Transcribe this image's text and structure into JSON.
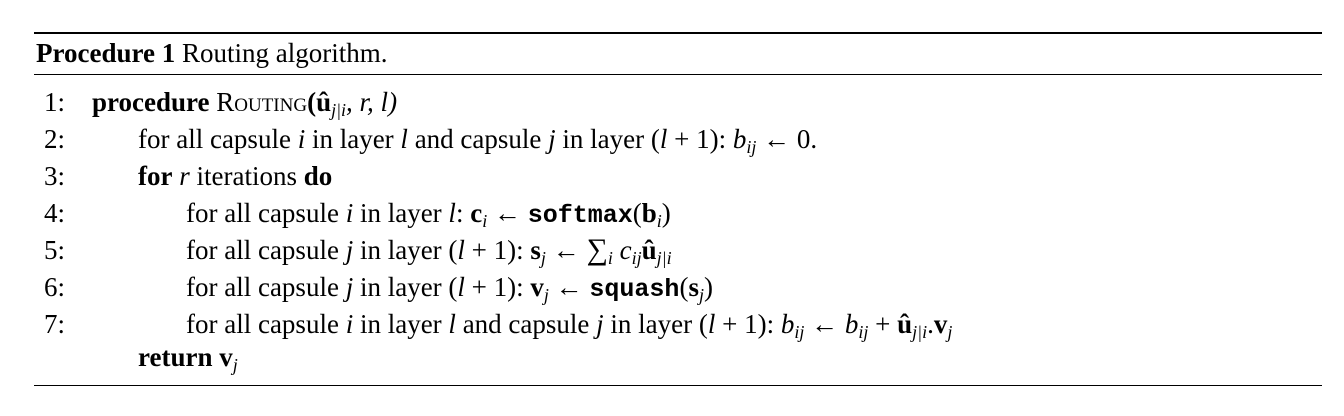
{
  "caption": {
    "label": "Procedure 1",
    "title": "Routing algorithm."
  },
  "lines": [
    {
      "num": "1:",
      "keyword": "procedure",
      "name": "Routing",
      "args": "(û",
      "args_sub": "j|i",
      "args_rest": ", r, l)"
    },
    {
      "num": "2:",
      "pre": "for all capsule ",
      "v1": "i",
      "mid1": " in layer ",
      "v2": "l",
      "mid2": " and capsule ",
      "v3": "j",
      "mid3": " in layer (",
      "v4": "l",
      "mid4": " + 1): ",
      "v5": "b",
      "v5_sub": "ij",
      "end": " ← 0."
    },
    {
      "num": "3:",
      "keyword": "for",
      "var": " r",
      "text": " iterations ",
      "keyword2": "do"
    },
    {
      "num": "4:",
      "pre": "for all capsule ",
      "v1": "i",
      "mid1": " in layer ",
      "v2": "l",
      "mid2": ": ",
      "b1": "c",
      "b1_sub": "i",
      "arrow": " ← ",
      "fn": "softmax",
      "open": "(",
      "b2": "b",
      "b2_sub": "i",
      "close": ")"
    },
    {
      "num": "5:",
      "pre": "for all capsule ",
      "v1": "j",
      "mid1": " in layer (",
      "v2": "l",
      "mid2": " + 1): ",
      "b1": "s",
      "b1_sub": "j",
      "arrow": " ← ",
      "sum": "∑",
      "sum_sub": "i",
      "c": " c",
      "c_sub": "ij",
      "b2": "û",
      "b2_sub": "j|i"
    },
    {
      "num": "6:",
      "pre": "for all capsule ",
      "v1": "j",
      "mid1": " in layer (",
      "v2": "l",
      "mid2": " + 1): ",
      "b1": "v",
      "b1_sub": "j",
      "arrow": " ← ",
      "fn": "squash",
      "open": "(",
      "b2": "s",
      "b2_sub": "j",
      "close": ")"
    },
    {
      "num": "7:",
      "pre": "for all capsule ",
      "v1": "i",
      "mid1": " in layer ",
      "v2": "l",
      "mid2": " and capsule ",
      "v3": "j",
      "mid3": " in layer (",
      "v4": "l",
      "mid4": " + 1): ",
      "v5": "b",
      "v5_sub": "ij",
      "arrow": " ← ",
      "v6": "b",
      "v6_sub": "ij",
      "plus": " + ",
      "b1": "û",
      "b1_sub": "j|i",
      "dot": ".",
      "b2": "v",
      "b2_sub": "j"
    },
    {
      "num": "",
      "keyword": "return",
      "b1": "v",
      "b1_sub": "j"
    }
  ]
}
